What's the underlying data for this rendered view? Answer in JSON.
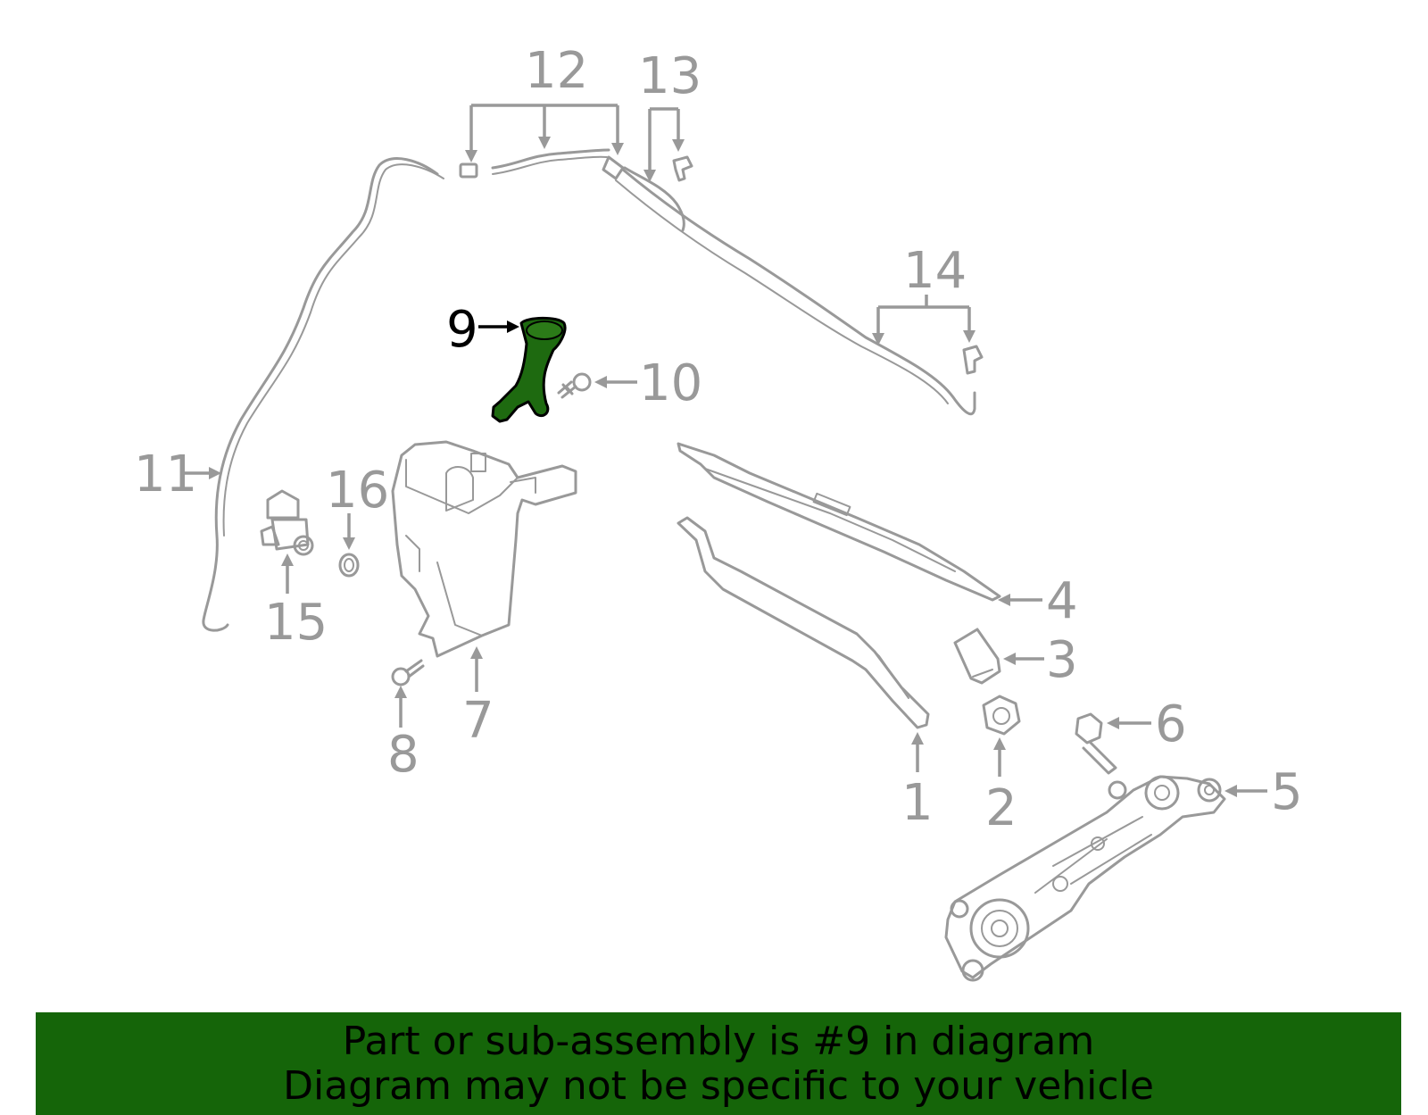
{
  "diagram": {
    "highlight_color": "#1e6a10",
    "line_color": "#999999",
    "callouts": [
      {
        "id": "c1",
        "text": "1"
      },
      {
        "id": "c2",
        "text": "2"
      },
      {
        "id": "c3",
        "text": "3"
      },
      {
        "id": "c4",
        "text": "4"
      },
      {
        "id": "c5",
        "text": "5"
      },
      {
        "id": "c6",
        "text": "6"
      },
      {
        "id": "c7",
        "text": "7"
      },
      {
        "id": "c8",
        "text": "8"
      },
      {
        "id": "c9",
        "text": "9"
      },
      {
        "id": "c10",
        "text": "10"
      },
      {
        "id": "c11",
        "text": "11"
      },
      {
        "id": "c12",
        "text": "12"
      },
      {
        "id": "c13",
        "text": "13"
      },
      {
        "id": "c14",
        "text": "14"
      },
      {
        "id": "c15",
        "text": "15"
      },
      {
        "id": "c16",
        "text": "16"
      }
    ]
  },
  "banner": {
    "color": "#156509",
    "line1": "Part or sub-assembly is #9 in diagram",
    "line2": "Diagram may not be specific to your vehicle"
  }
}
